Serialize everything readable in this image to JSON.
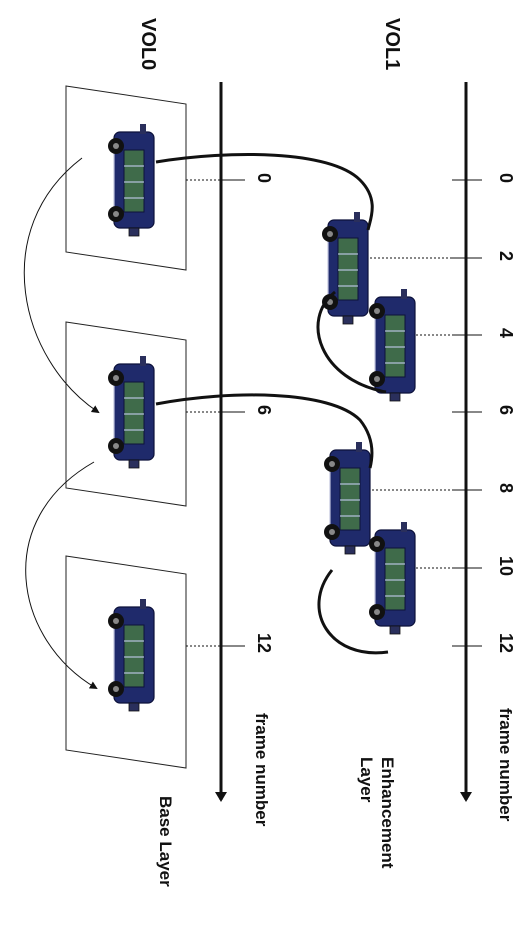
{
  "labels": {
    "vol1": "VOL1",
    "vol0": "VOL0",
    "frame_number_top": "frame number",
    "frame_number_bottom": "frame number",
    "enhancement_layer_line1": "Enhancement",
    "enhancement_layer_line2": "Layer",
    "base_layer": "Base Layer"
  },
  "enhancement_frames": [
    "0",
    "2",
    "4",
    "6",
    "8",
    "10",
    "12"
  ],
  "base_frames": [
    "0",
    "6",
    "12"
  ],
  "colors": {
    "car_body": "#1f2a6b",
    "car_window": "#3f6b4a",
    "line": "#111111",
    "frame_border": "#222222"
  }
}
